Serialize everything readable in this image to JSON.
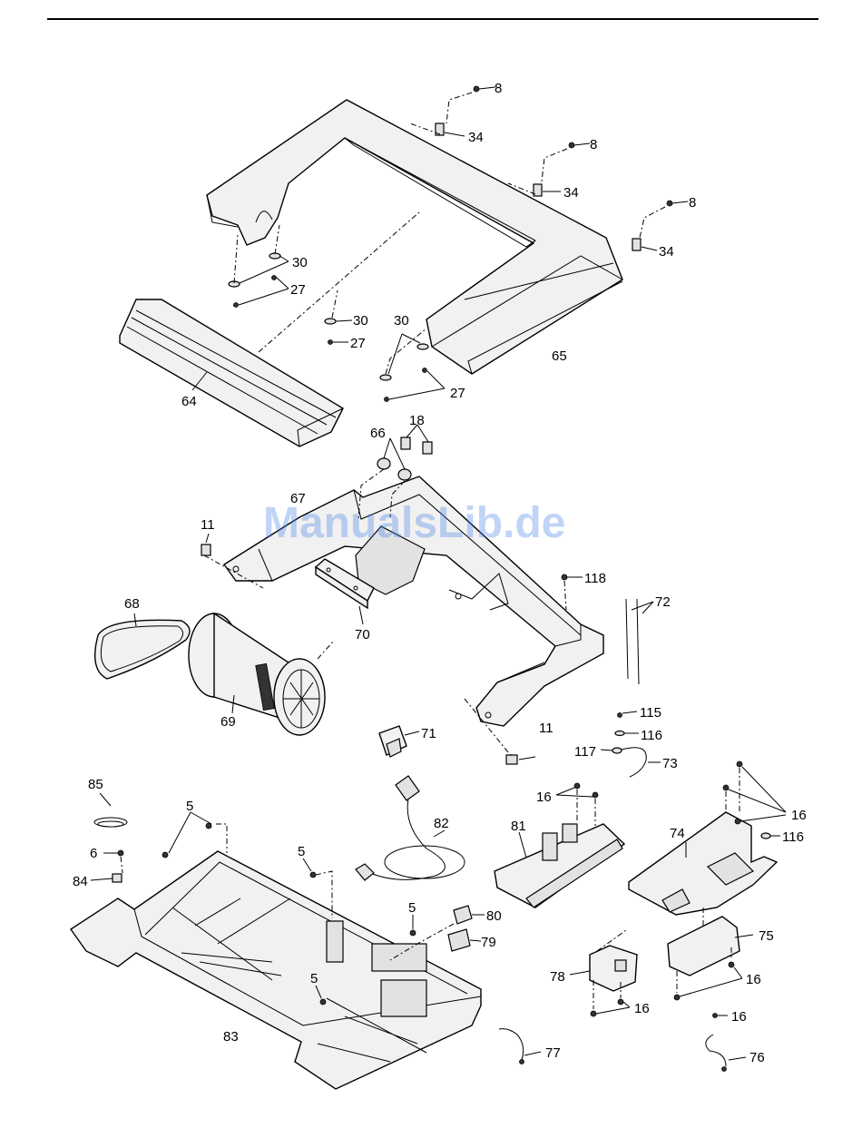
{
  "watermark": "ManualsLib.de",
  "callouts": {
    "c8a": "8",
    "c8b": "8",
    "c8c": "8",
    "c34a": "34",
    "c34b": "34",
    "c34c": "34",
    "c30a": "30",
    "c30b": "30",
    "c30c": "30",
    "c27a": "27",
    "c27b": "27",
    "c27c": "27",
    "c64": "64",
    "c65": "65",
    "c66": "66",
    "c18": "18",
    "c67": "67",
    "c11a": "11",
    "c11b": "11",
    "c68": "68",
    "c69": "69",
    "c70": "70",
    "c71": "71",
    "c118": "118",
    "c72": "72",
    "c115": "115",
    "c116a": "116",
    "c117": "117",
    "c73": "73",
    "c85": "85",
    "c6": "6",
    "c84": "84",
    "c5a": "5",
    "c5b": "5",
    "c5c": "5",
    "c5d": "5",
    "c82": "82",
    "c80": "80",
    "c79": "79",
    "c83": "83",
    "c16a": "16",
    "c81": "81",
    "c16b": "16",
    "c74": "74",
    "c116b": "116",
    "c75": "75",
    "c16c": "16",
    "c78": "78",
    "c16d": "16",
    "c16e": "16",
    "c77": "77",
    "c76": "76"
  }
}
